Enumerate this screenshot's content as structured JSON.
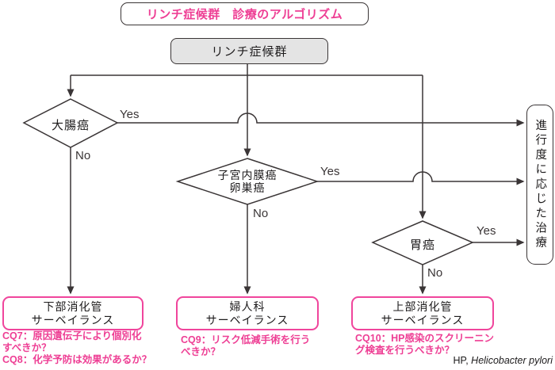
{
  "title": "リンチ症候群　診療のアルゴリズム",
  "colors": {
    "pink": "#ee3e94",
    "line": "#3a3536",
    "start_fill": "#e4e4e4"
  },
  "nodes": {
    "start": "リンチ症候群",
    "decision_colorectal": "大腸癌",
    "decision_endometrial_line1": "子宮内膜癌",
    "decision_endometrial_line2": "卵巣癌",
    "decision_gastric": "胃癌",
    "treatment": "進行度に応じた治療",
    "surveillance_lower_line1": "下部消化管",
    "surveillance_lower_line2": "サーベイランス",
    "surveillance_gyn_line1": "婦人科",
    "surveillance_gyn_line2": "サーベイランス",
    "surveillance_upper_line1": "上部消化管",
    "surveillance_upper_line2": "サーベイランス"
  },
  "branch_labels": {
    "yes": "Yes",
    "no": "No"
  },
  "cq_notes": {
    "lower": [
      "CQ7：原因遺伝子により個別化",
      "すべきか？",
      "CQ8：化学予防は効果があるか？"
    ],
    "gyn": [
      "CQ9：リスク低減手術を行う",
      "べきか？"
    ],
    "upper": [
      "CQ10：HP感染のスクリーニン",
      "グ検査を行うべきか？"
    ]
  },
  "footnote": {
    "abbr": "HP, ",
    "term": "Helicobacter pylori"
  }
}
